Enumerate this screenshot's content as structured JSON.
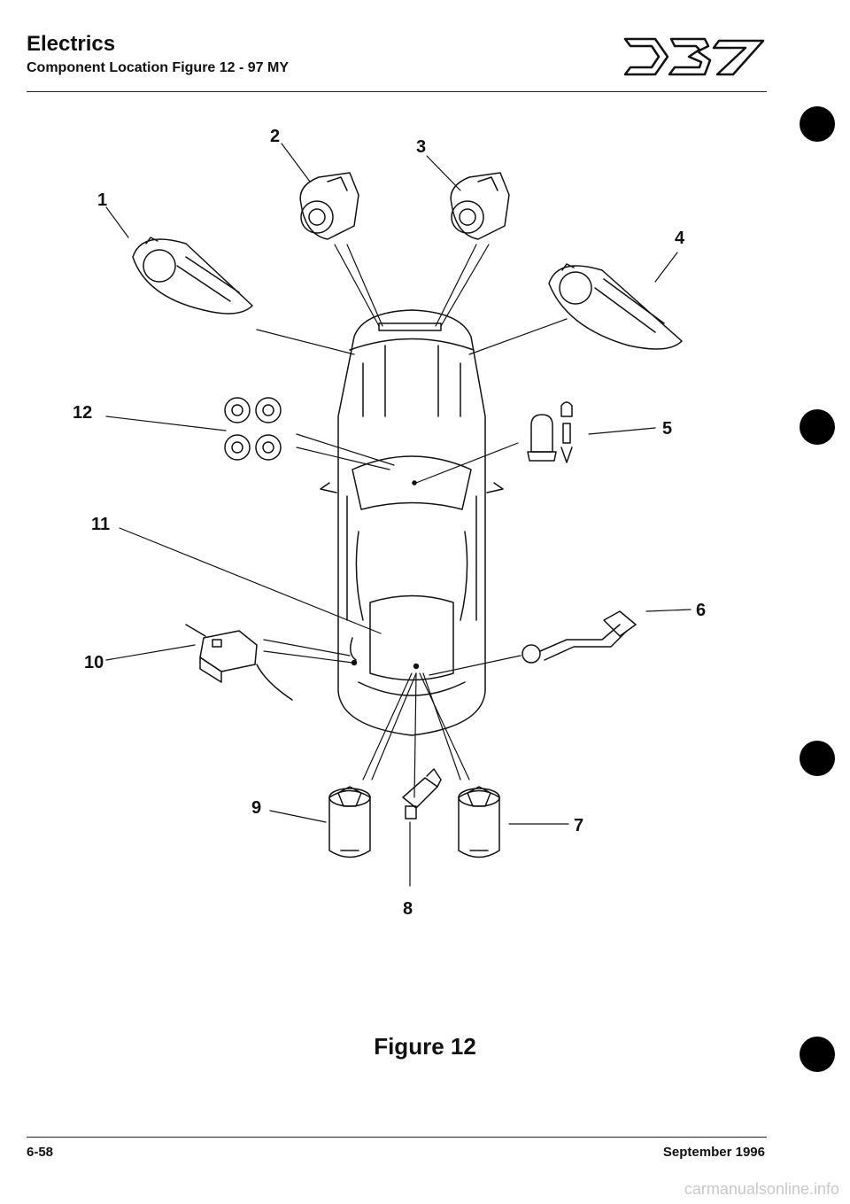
{
  "header": {
    "title": "Electrics",
    "subtitle": "Component Location Figure 12 - 97 MY"
  },
  "logo": {
    "name": "db7-logo-icon"
  },
  "figure": {
    "caption": "Figure 12",
    "callouts": [
      "1",
      "2",
      "3",
      "4",
      "5",
      "6",
      "7",
      "8",
      "9",
      "10",
      "11",
      "12"
    ]
  },
  "footer": {
    "page": "6-58",
    "date": "September 1996"
  },
  "watermark": "carmanualsonline.info"
}
